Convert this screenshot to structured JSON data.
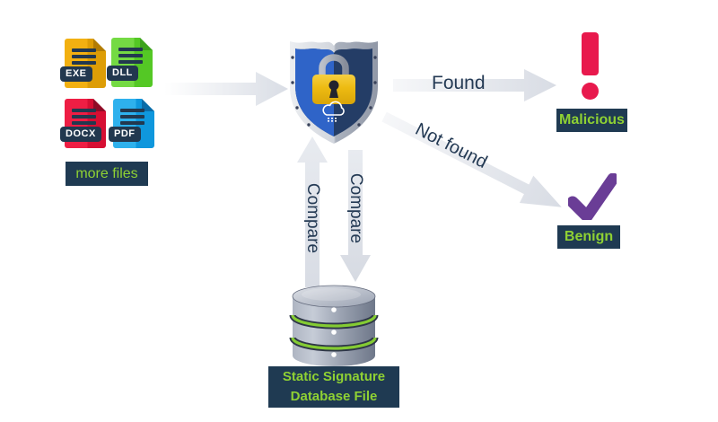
{
  "files": {
    "items": [
      {
        "type": "exe",
        "label": "EXE"
      },
      {
        "type": "dll",
        "label": "DLL"
      },
      {
        "type": "docx",
        "label": "DOCX"
      },
      {
        "type": "pdf",
        "label": "PDF"
      }
    ],
    "more_label": "more files"
  },
  "flows": {
    "found": "Found",
    "not_found": "Not found",
    "compare_up": "Compare",
    "compare_down": "Compare"
  },
  "outcomes": {
    "malicious": "Malicious",
    "benign": "Benign"
  },
  "database": {
    "line1": "Static Signature",
    "line2": "Database File"
  },
  "colors": {
    "navy_box": "#1f3a52",
    "label_green": "#8fd133",
    "diagram_text_navy": "#243a54",
    "arrow_gray": "#dde1e8",
    "exe_orange": "#f2b011",
    "dll_green": "#69d636",
    "docx_red": "#e5173f",
    "pdf_blue": "#17a3e9",
    "shield_blue": "#2f64c8",
    "shield_navy": "#243d66",
    "shield_silver": "#ced2da",
    "lock_gold": "#edbb12",
    "malicious_red": "#e8194d",
    "benign_purple": "#6a3d96",
    "db_body_gray": "#99a1b0",
    "db_ring_green": "#84cb33"
  }
}
